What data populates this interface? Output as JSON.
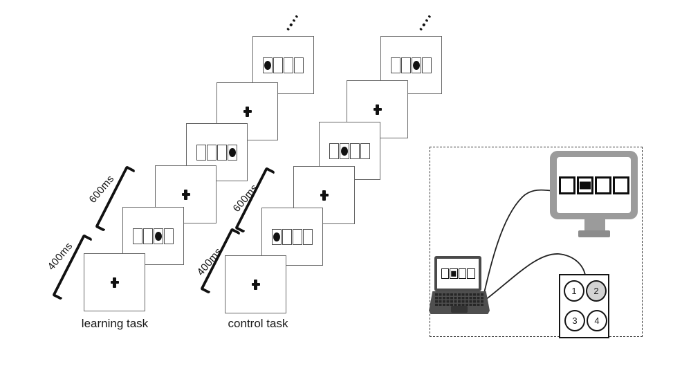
{
  "tasks": [
    {
      "id": "learning",
      "label": "learning task",
      "timing": {
        "fixation_label": "400ms",
        "stimulus_label": "600ms"
      },
      "sequence": [
        {
          "type": "fixation",
          "symbol": "+"
        },
        {
          "type": "stimulus",
          "cells": 4,
          "dot_cell": 3
        },
        {
          "type": "fixation",
          "symbol": "+"
        },
        {
          "type": "stimulus",
          "cells": 4,
          "dot_cell": 4
        },
        {
          "type": "fixation",
          "symbol": "+"
        },
        {
          "type": "stimulus",
          "cells": 4,
          "dot_cell": 1
        }
      ],
      "continuation": "...."
    },
    {
      "id": "control",
      "label": "control task",
      "timing": {
        "fixation_label": "400ms",
        "stimulus_label": "600ms"
      },
      "sequence": [
        {
          "type": "fixation",
          "symbol": "+"
        },
        {
          "type": "stimulus",
          "cells": 4,
          "dot_cell": 1
        },
        {
          "type": "fixation",
          "symbol": "+"
        },
        {
          "type": "stimulus",
          "cells": 4,
          "dot_cell": 2
        },
        {
          "type": "fixation",
          "symbol": "+"
        },
        {
          "type": "stimulus",
          "cells": 4,
          "dot_cell": 3
        }
      ],
      "continuation": "...."
    }
  ],
  "setup": {
    "monitor": {
      "grid_cells": 4,
      "filled_cell": 2
    },
    "laptop": {
      "grid_cells": 4,
      "filled_cell": 2
    },
    "button_box": {
      "buttons": [
        {
          "label": "1",
          "highlighted": false
        },
        {
          "label": "2",
          "highlighted": true
        },
        {
          "label": "3",
          "highlighted": false
        },
        {
          "label": "4",
          "highlighted": false
        }
      ]
    }
  },
  "colors": {
    "ink": "#111111",
    "card_border": "#666666",
    "monitor_gray": "#9b9b9b",
    "laptop_dark": "#4a4a4a",
    "button_highlight": "#d3d3d3",
    "cable": "#222222"
  }
}
